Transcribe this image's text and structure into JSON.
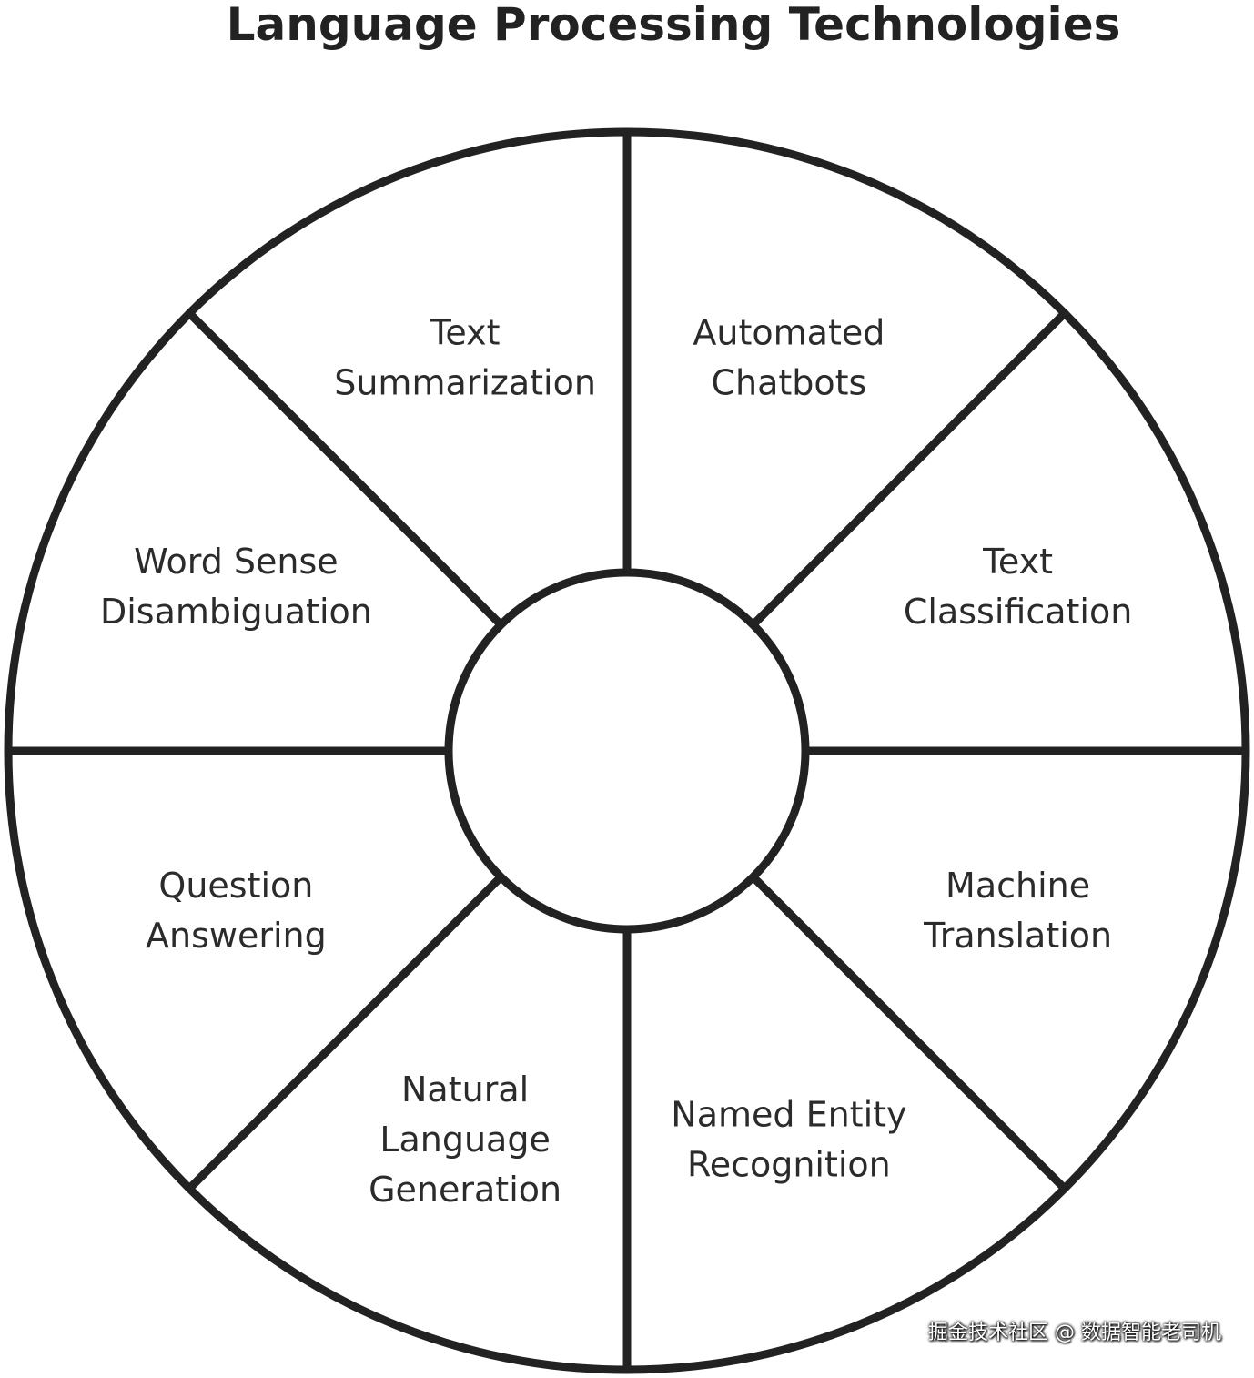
{
  "title": "Language Processing Technologies",
  "segments": [
    {
      "id": "automated-chatbots",
      "lines": [
        "Automated",
        "Chatbots"
      ]
    },
    {
      "id": "text-classification",
      "lines": [
        "Text",
        "Classification"
      ]
    },
    {
      "id": "machine-translation",
      "lines": [
        "Machine",
        "Translation"
      ]
    },
    {
      "id": "named-entity-recognition",
      "lines": [
        "Named Entity",
        "Recognition"
      ]
    },
    {
      "id": "natural-language-generation",
      "lines": [
        "Natural",
        "Language",
        "Generation"
      ]
    },
    {
      "id": "question-answering",
      "lines": [
        "Question",
        "Answering"
      ]
    },
    {
      "id": "word-sense-disambiguation",
      "lines": [
        "Word Sense",
        "Disambiguation"
      ]
    },
    {
      "id": "text-summarization",
      "lines": [
        "Text",
        "Summarization"
      ]
    }
  ],
  "watermark": "掘金技术社区 @ 数据智能老司机"
}
